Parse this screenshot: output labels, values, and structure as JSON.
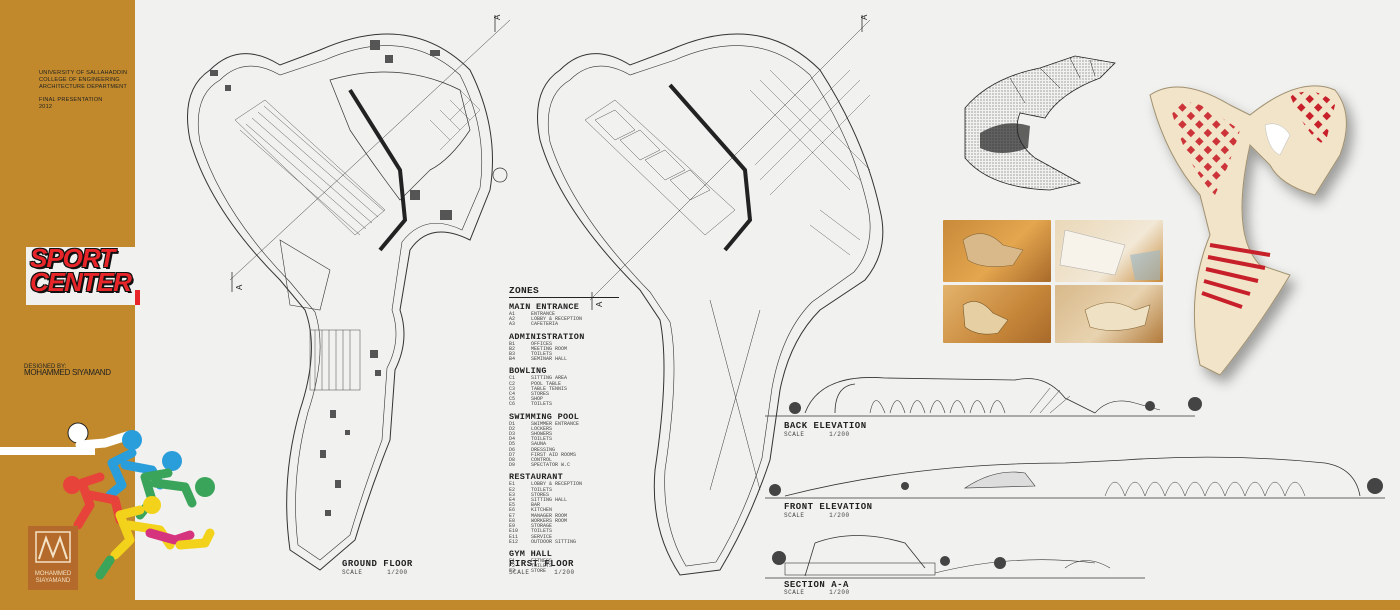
{
  "header": {
    "lines": [
      "UNIVERSITY OF SALLAHADDIN",
      "COLLEGE OF ENGINEERING",
      "ARCHITECTURE DEPARTMENT"
    ],
    "presentation": "FINAL PRESENTATION",
    "year": "2012"
  },
  "title": {
    "line1": "SPORT",
    "line2": "CENTER"
  },
  "designer": {
    "label": "DESIGNED BY:",
    "name": "MOHAMMED SIYAMAND"
  },
  "logo": {
    "line1": "MOHAMMED",
    "line2": "SIAYAMAND"
  },
  "plans": {
    "ground": {
      "title": "GROUND FLOOR",
      "scale": "SCALE      1/200"
    },
    "first": {
      "title": "FIRST FLOOR",
      "scale": "SCALE      1/200"
    },
    "section_marker": "A"
  },
  "zones": {
    "title": "ZONES",
    "groups": [
      {
        "name": "MAIN ENTRANCE",
        "items": [
          [
            "A1",
            "ENTRANCE"
          ],
          [
            "A2",
            "LOBBY & RECEPTION"
          ],
          [
            "A3",
            "CAFETERIA"
          ]
        ]
      },
      {
        "name": "ADMINISTRATION",
        "items": [
          [
            "B1",
            "OFFICES"
          ],
          [
            "B2",
            "MEETING ROOM"
          ],
          [
            "B3",
            "TOILETS"
          ],
          [
            "B4",
            "SEMINAR HALL"
          ]
        ]
      },
      {
        "name": "BOWLING",
        "items": [
          [
            "C1",
            "SITTING AREA"
          ],
          [
            "C2",
            "POOL TABLE"
          ],
          [
            "C3",
            "TABLE TENNIS"
          ],
          [
            "C4",
            "STORES"
          ],
          [
            "C5",
            "SHOP"
          ],
          [
            "C6",
            "TOILETS"
          ]
        ]
      },
      {
        "name": "SWIMMING POOL",
        "items": [
          [
            "D1",
            "SWIMMER ENTRANCE"
          ],
          [
            "D2",
            "LOCKERS"
          ],
          [
            "D3",
            "SHOWERS"
          ],
          [
            "D4",
            "TOILETS"
          ],
          [
            "D5",
            "SAUNA"
          ],
          [
            "D6",
            "DRESSING"
          ],
          [
            "D7",
            "FIRST AID ROOMS"
          ],
          [
            "D8",
            "CONTROL"
          ],
          [
            "D9",
            "SPECTATOR W.C"
          ]
        ]
      },
      {
        "name": "RESTAURANT",
        "items": [
          [
            "E1",
            "LOBBY & RECEPTION"
          ],
          [
            "E2",
            "TOILETS"
          ],
          [
            "E3",
            "STORES"
          ],
          [
            "E4",
            "SITTING HALL"
          ],
          [
            "E5",
            "BAR"
          ],
          [
            "E6",
            "KITCHEN"
          ],
          [
            "E7",
            "MANAGER ROOM"
          ],
          [
            "E8",
            "WORKERS ROOM"
          ],
          [
            "E9",
            "STORAGE"
          ],
          [
            "E10",
            "TOILETS"
          ],
          [
            "E11",
            "SERVICE"
          ],
          [
            "E12",
            "OUTDOOR SITTING"
          ]
        ]
      },
      {
        "name": "GYM HALL",
        "items": [
          [
            "F1",
            "FITNESS"
          ],
          [
            "F2",
            "TOILETS"
          ],
          [
            "F3",
            "STORE"
          ]
        ]
      }
    ]
  },
  "elevations": [
    {
      "title": "BACK ELEVATION",
      "scale": "SCALE      1/200"
    },
    {
      "title": "FRONT ELEVATION",
      "scale": "SCALE      1/200"
    },
    {
      "title": "SECTION A-A",
      "scale": "SCALE      1/200"
    }
  ],
  "colors": {
    "frame": "#c1892b",
    "title_red": "#e8262a",
    "figure_white": "#ffffff",
    "figure_blue": "#2a9ddb",
    "figure_green": "#3aa55a",
    "figure_red": "#e8433a",
    "figure_yellow": "#f2d21b",
    "figure_pink": "#d6337e"
  }
}
